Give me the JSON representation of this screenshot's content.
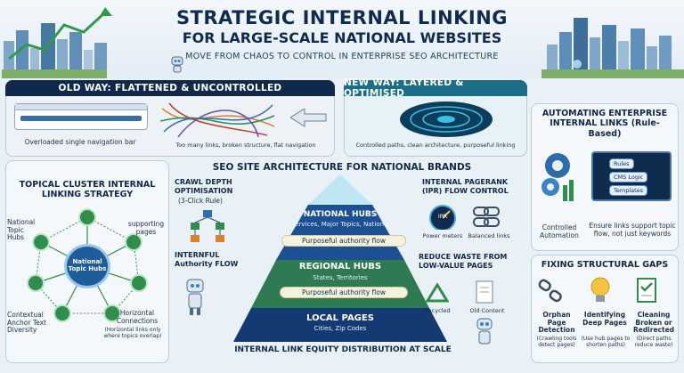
{
  "header": {
    "title_line1": "STRATEGIC INTERNAL LINKING",
    "title_line2": "FOR LARGE-SCALE NATIONAL WEBSITES",
    "subtitle": "MOVE FROM CHAOS TO CONTROL IN ENTERPRISE SEO ARCHITECTURE"
  },
  "old_way": {
    "title": "OLD WAY: FLATTENED & UNCONTROLLED",
    "caption_left": "Overloaded single navigation bar",
    "caption_right": "Too many links, broken structure, flat navigation"
  },
  "new_way": {
    "title": "NEW WAY: LAYERED & OPTIMISED",
    "caption": "Controlled paths, clean architecture, purposeful linking"
  },
  "automating": {
    "title": "AUTOMATING ENTERPRISE INTERNAL LINKS (Rule-Based)",
    "items": [
      "Rules",
      "CMS Logic",
      "Templates"
    ],
    "caption_left": "Controlled Automation",
    "caption_right": "Ensure links support topic flow, not just keywords"
  },
  "center": {
    "title": "SEO SITE ARCHITECTURE FOR NATIONAL BRANDS",
    "national_title": "NATIONAL HUBS",
    "national_sub": "Services, Major Topics, National",
    "flow1": "Purposeful authority flow",
    "regional_title": "REGIONAL HUBS",
    "regional_sub": "States, Territories",
    "flow2": "Purposeful authority flow",
    "local_title": "LOCAL PAGES",
    "local_sub": "Cities, Zip Codes",
    "footer": "INTERNAL LINK EQUITY DISTRIBUTION AT SCALE"
  },
  "crawl": {
    "title": "CRAWL DEPTH OPTIMISATION",
    "sub": "(3-Click Rule)"
  },
  "internal_flow": {
    "title": "INTERNFUL Authority FLOW"
  },
  "ipr": {
    "title": "INTERNAL PAGERANK (IPR) FLOW CONTROL",
    "gauge": "IPR",
    "label1": "Power meters",
    "label2": "Balanced links"
  },
  "waste": {
    "title": "REDUCE WASTE FROM LOW-VALUE PAGES",
    "label1": "Recycled",
    "label2": "Old Content"
  },
  "cluster": {
    "title": "TOPICAL CLUSTER INTERNAL LINKING STRATEGY",
    "center": "National Topic Hubs",
    "label_hubs": "National Topic Hubs",
    "label_support": "supporting pages",
    "label_anchor": "Contextual Anchor Text Diversity",
    "label_horizontal": "Horizontal Connections",
    "label_horizontal_sub": "(Horizontal links only where topics overlap)"
  },
  "gaps": {
    "title": "FIXING STRUCTURAL GAPS",
    "items": [
      {
        "title": "Orphan Page Detection",
        "sub": "(Crawling tools detect pages)"
      },
      {
        "title": "Identifying Deep Pages",
        "sub": "(Use hub pages to shorten paths)"
      },
      {
        "title": "Cleaning Broken or Redirected",
        "sub": "(Direct paths reduce waste)"
      }
    ]
  },
  "colors": {
    "navy": "#10294a",
    "blue": "#1f5c9c",
    "green": "#2f8e4c",
    "teal": "#1a6f86"
  }
}
